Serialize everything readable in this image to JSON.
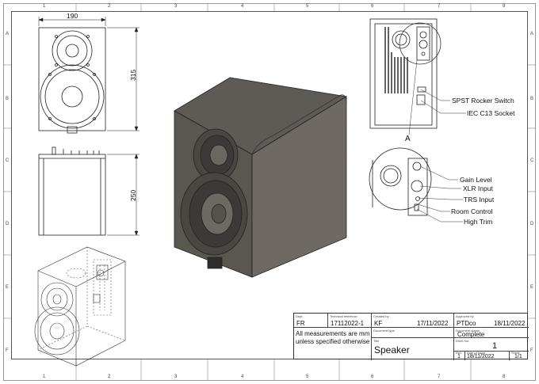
{
  "zones": {
    "columns": [
      "1",
      "2",
      "3",
      "4",
      "5",
      "6",
      "7",
      "8"
    ],
    "rows": [
      "A",
      "B",
      "C",
      "D",
      "E",
      "F"
    ]
  },
  "dimensions": {
    "width": "190",
    "height_front": "315",
    "height_top": "250"
  },
  "annotations": {
    "detail_letter": "A",
    "rear_callouts": [
      "SPST Rocker Switch",
      "IEC C13 Socket"
    ],
    "detail_callouts": [
      "Gain Level",
      "XLR Input",
      "TRS Input",
      "Room Control",
      "High Trim"
    ]
  },
  "title_block": {
    "dept_caption": "Dept.",
    "dept": "FR",
    "tech_ref_caption": "Technical reference",
    "tech_ref": "17112022-1",
    "created_by_caption": "Created by",
    "created_by": "KF",
    "created_date": "17/11/2022",
    "approved_by_caption": "Approved by",
    "approved_by": "PTDco",
    "approved_date": "18/11/2022",
    "note": "All measurements are mm unless specified otherwise",
    "doc_type_caption": "Document type",
    "doc_status_caption": "Document status",
    "doc_status": "Complete",
    "title_caption": "Title",
    "title": "Speaker",
    "dwg_caption": "DWG No.",
    "dwg_no": "1",
    "rev_caption": "Rev.",
    "rev": "1",
    "issue_caption": "Date of issue",
    "issue_date": "18/11/2022",
    "sheet_caption": "Sheet",
    "sheet": "1/1"
  }
}
